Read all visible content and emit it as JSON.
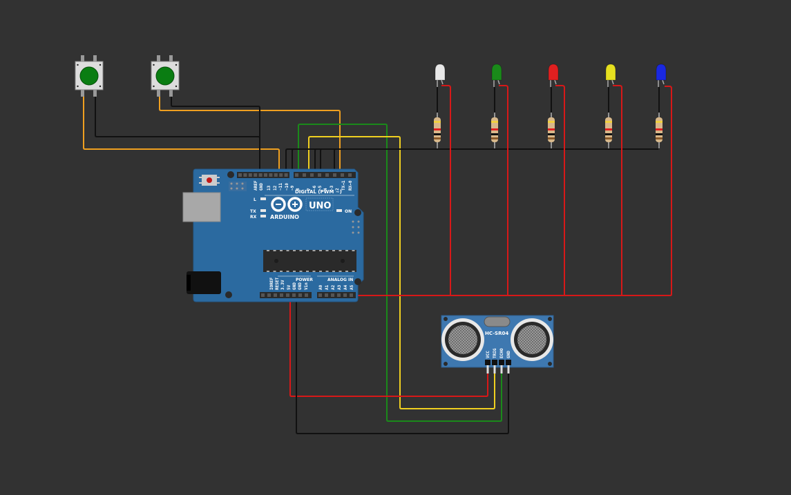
{
  "canvas": {
    "background": "#323232"
  },
  "arduino": {
    "name": "Arduino UNO",
    "brand_label": "ARDUINO",
    "model_label": "UNO",
    "digital_header_label": "DIGITAL (PWM ~)",
    "power_label": "POWER",
    "analog_label": "ANALOG IN",
    "led_labels": {
      "l": "L",
      "tx": "TX",
      "rx": "RX",
      "on": "ON"
    },
    "digital_pins": [
      "AREF",
      "GND",
      "13",
      "12",
      "~11",
      "~10",
      "~9",
      "8",
      "7",
      "~6",
      "~5",
      "4",
      "~3",
      "2",
      "TX→1",
      "RX←0"
    ],
    "power_pins": [
      "IOREF",
      "RESET",
      "3.3V",
      "5V",
      "GND",
      "GND",
      "Vin"
    ],
    "analog_pins": [
      "A0",
      "A1",
      "A2",
      "A3",
      "A4",
      "A5"
    ],
    "board_color": "#2b6aa0"
  },
  "buttons": [
    {
      "id": "button-1",
      "cap_color": "#0a7d12"
    },
    {
      "id": "button-2",
      "cap_color": "#0a7d12"
    }
  ],
  "leds": [
    {
      "id": "led-white",
      "color": "#e8e8e8"
    },
    {
      "id": "led-green",
      "color": "#1a8a1a"
    },
    {
      "id": "led-red",
      "color": "#e02020"
    },
    {
      "id": "led-yellow",
      "color": "#e6e020"
    },
    {
      "id": "led-blue",
      "color": "#1a28e0"
    }
  ],
  "resistors": [
    {
      "id": "resistor-1"
    },
    {
      "id": "resistor-2"
    },
    {
      "id": "resistor-3"
    },
    {
      "id": "resistor-4"
    },
    {
      "id": "resistor-5"
    }
  ],
  "sensor": {
    "name": "HC-SR04",
    "label": "HC-SR04",
    "pins": [
      "VCC",
      "TRIG",
      "ECHO",
      "GND"
    ]
  },
  "wire_colors": {
    "orange": "#f0a020",
    "black": "#111111",
    "green": "#1a8a1a",
    "yellow": "#f0d020",
    "red": "#d81818"
  }
}
